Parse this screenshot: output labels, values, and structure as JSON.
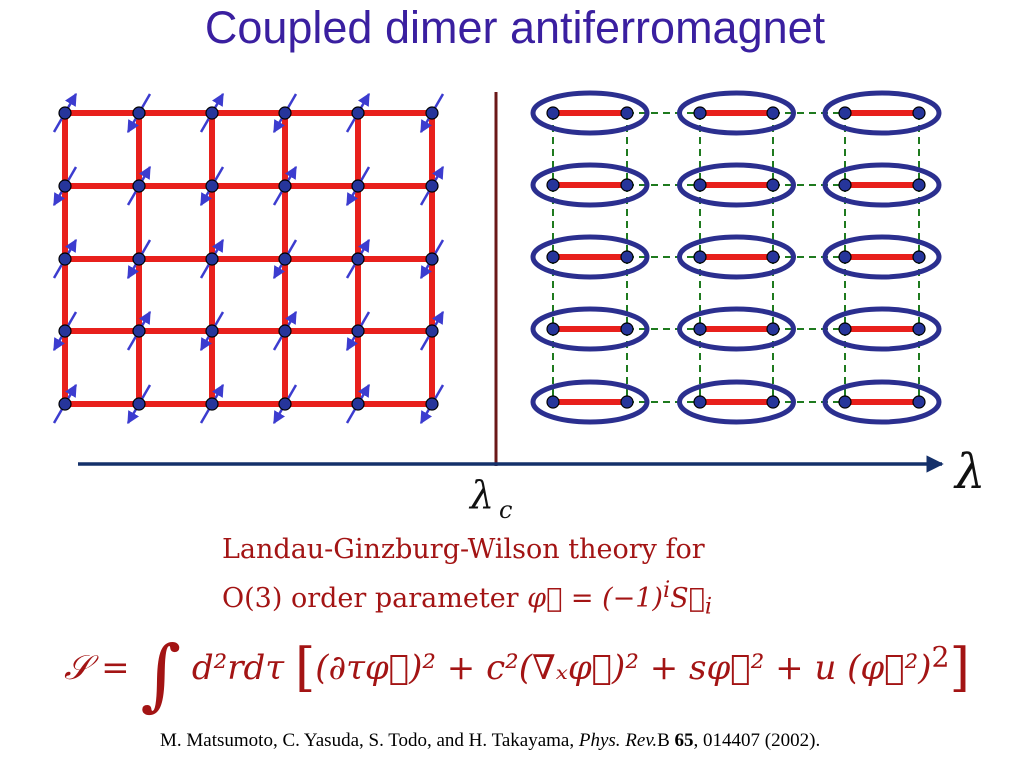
{
  "title": "Coupled dimer antiferromagnet",
  "axis": {
    "lambda_label": "λ",
    "critical_label": "λ",
    "critical_subscript": "c"
  },
  "lgw": {
    "line1": "Landau-Ginzburg-Wilson theory for",
    "line2_prefix": "O(3) order parameter ",
    "line2_math": "φ⃗ = (−1)",
    "line2_sup": "i",
    "line2_spin": "S⃗",
    "line2_sub": "i"
  },
  "action": {
    "lhs": "𝒮 =",
    "integral": "∫",
    "measure": "d²rdτ",
    "open_bracket": "[",
    "body": "(∂τφ⃗)² + c²(∇ₓφ⃗)² + sφ⃗² + u (φ⃗²)",
    "power": "2",
    "close_bracket": "]"
  },
  "reference": {
    "authors": "M. Matsumoto, C. Yasuda, S. Todo, and H. Takayama, ",
    "journal": "Phys. Rev.",
    "series": "B ",
    "volume": "65",
    "rest": ", 014407 (2002)."
  },
  "colors": {
    "title": "#3a1fa0",
    "bond": "#e8201c",
    "weak_bond": "#1f7a1f",
    "dimer_ring": "#2b2f8f",
    "site": "#26359b",
    "spin_arrow": "#3c3ccf",
    "axis": "#14306a",
    "critical_line": "#6b1818",
    "formula": "#a31414"
  }
}
